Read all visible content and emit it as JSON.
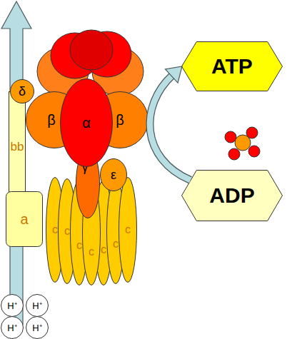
{
  "diagram": {
    "nodes": [
      {
        "text": [
          "δ"
        ]
      },
      {
        "text": [
          "β"
        ]
      },
      {
        "text": [
          "α"
        ]
      },
      {
        "text": [
          "β"
        ]
      },
      {
        "text": [
          "bb"
        ]
      },
      {
        "text": [
          "γ"
        ]
      },
      {
        "text": [
          "ε"
        ]
      },
      {
        "text": [
          "a"
        ]
      },
      {
        "text": [
          "c"
        ]
      },
      {
        "text": [
          "c"
        ]
      },
      {
        "text": [
          "c"
        ]
      },
      {
        "text": [
          "c"
        ]
      },
      {
        "text": [
          "c"
        ]
      },
      {
        "text": [
          "c"
        ]
      },
      {
        "text": [
          "c"
        ]
      },
      {
        "text": [
          "ATP"
        ]
      },
      {
        "text": [
          "ADP"
        ]
      },
      {
        "text": [
          "H⁺"
        ]
      },
      {
        "text": [
          "H⁺"
        ]
      },
      {
        "text": [
          "H⁺"
        ]
      },
      {
        "text": [
          "H⁺"
        ]
      }
    ],
    "edges": [
      {
        "from": 16,
        "to": 15,
        "arrow": "to"
      }
    ]
  }
}
